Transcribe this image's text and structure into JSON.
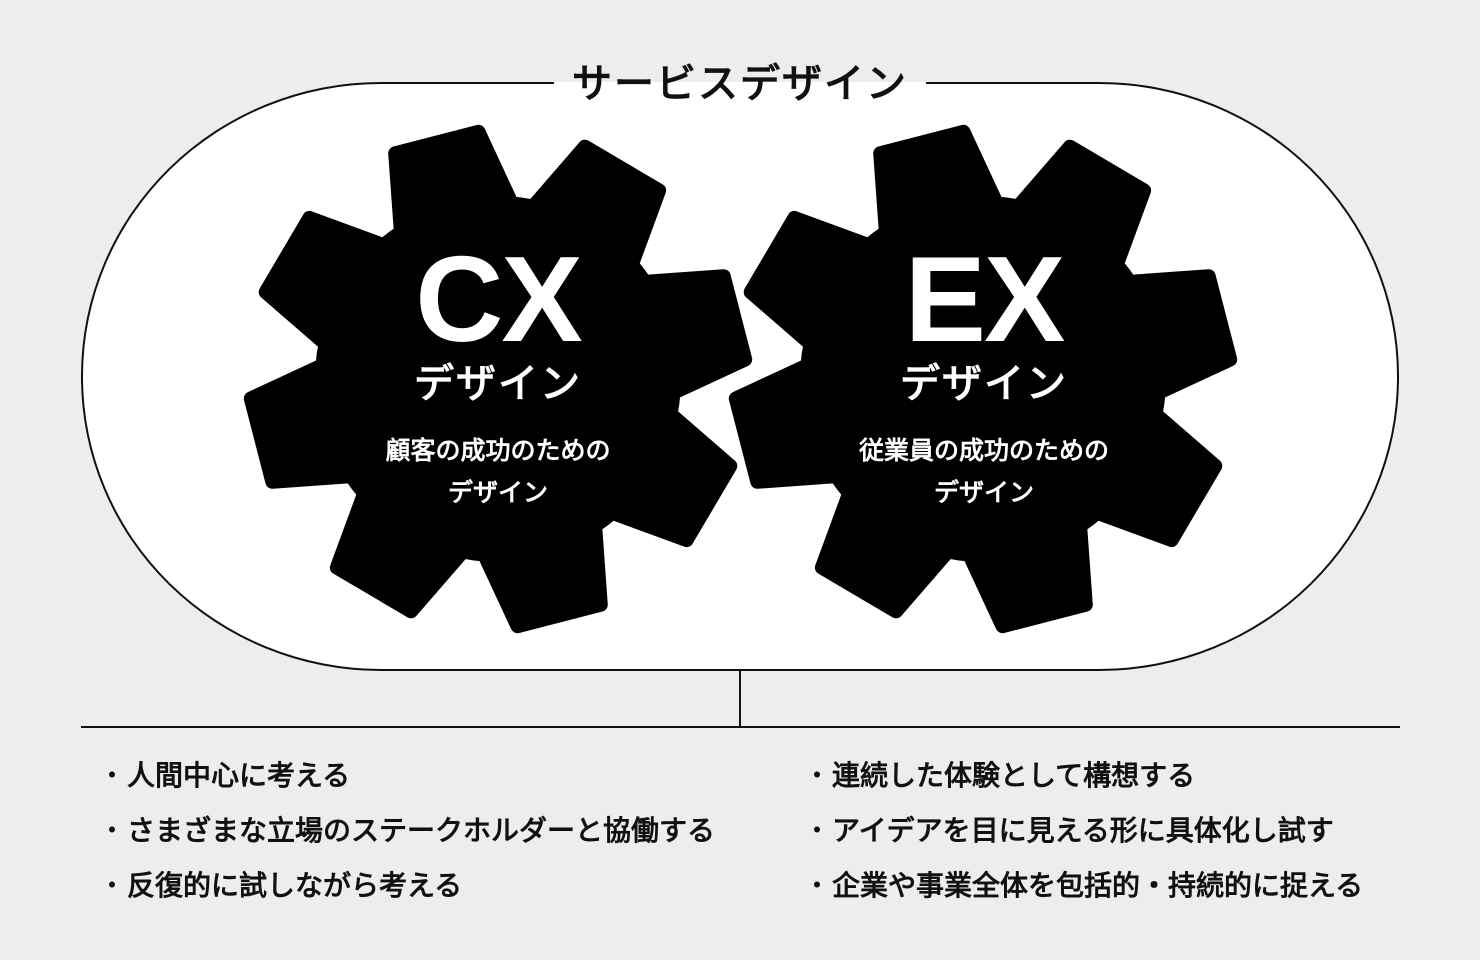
{
  "diagram": {
    "title": "サービスデザイン",
    "gears": [
      {
        "id": "cx",
        "label": "CX",
        "sublabel": "デザイン",
        "description_line1": "顧客の成功のための",
        "description_line2": "デザイン"
      },
      {
        "id": "ex",
        "label": "EX",
        "sublabel": "デザイン",
        "description_line1": "従業員の成功のための",
        "description_line2": "デザイン"
      }
    ],
    "bullet_glyph": "・",
    "left_points": [
      "人間中心に考える",
      "さまざまな立場のステークホルダーと協働する",
      "反復的に試しながら考える"
    ],
    "right_points": [
      "連続した体験として構想する",
      "アイデアを目に見える形に具体化し試す",
      "企業や事業全体を包括的・持続的に捉える"
    ]
  },
  "colors": {
    "background": "#ecedef",
    "container_fill": "#ffffff",
    "gear_fill": "#000000",
    "stroke": "#111111",
    "gear_text": "#ffffff"
  }
}
